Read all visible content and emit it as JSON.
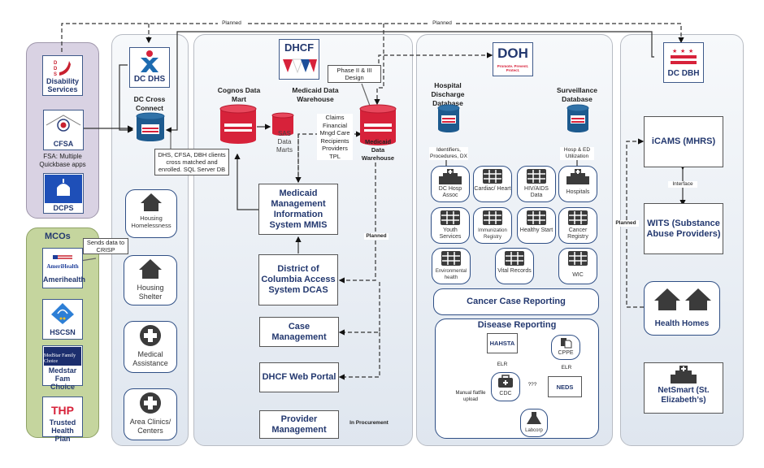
{
  "connectors": {
    "planned_left": "Planned",
    "planned_right": "Planned",
    "planned_mid": "Planned",
    "planned_dbh": "Planned",
    "interface": "Interface",
    "in_procurement": "In Procurement"
  },
  "left_column": {
    "disability_services": "Disability Services",
    "cfsa": "CFSA",
    "cfsa_note": "FSA: Multiple Quickbase apps",
    "dcps": "DCPS"
  },
  "mcos": {
    "title": "MCOs",
    "callout": "Sends data to CRISP",
    "items": [
      {
        "label": "Amerihealth",
        "logo_text": "AmeriHealth"
      },
      {
        "label": "HSCSN"
      },
      {
        "label": "Medstar Fam Choice",
        "logo_text": "MedStar Family Choice"
      },
      {
        "label": "Trusted Health Plan",
        "logo_text": "THP"
      }
    ]
  },
  "dhs": {
    "logo_label": "DC DHS",
    "db_title": "DC Cross Connect",
    "callout": "DHS, CFSA, DBH clients cross matched and enrolled. SQL Server DB",
    "tiles": [
      {
        "label": "Housing Homelessness",
        "icon": "house-icon"
      },
      {
        "label": "Housing Shelter",
        "icon": "house-icon"
      },
      {
        "label": "Medical Assistance",
        "icon": "plus-circle-icon"
      },
      {
        "label": "Area Clinics/ Centers",
        "icon": "plus-circle-icon"
      }
    ]
  },
  "dhcf": {
    "logo_text": "DHCF",
    "cognos_title": "Cognos Data Mart",
    "sas_label": "SAS Data Marts",
    "mdw_title": "Medicaid Data Warehouse",
    "mdw_db_label": "Medicaid Data Warehouse",
    "phase_callout": "Phase II & III Design",
    "feeds": [
      "Claims",
      "Financial",
      "Mngd Care",
      "Recipients",
      "Providers",
      "TPL"
    ],
    "systems": {
      "mmis": "Medicaid Management Information System MMIS",
      "dcas": "District of Columbia Access System DCAS",
      "case_mgmt": "Case Management",
      "web_portal": "DHCF Web Portal",
      "provider_mgmt": "Provider Management"
    }
  },
  "doh": {
    "logo_text": "DOH",
    "logo_sub": "Promote. Prevent. Protect.",
    "hospital_db_title": "Hospital Discharge Database",
    "surveillance_db_title": "Surveillance Database",
    "hospital_db_note": "Identifiers, Procedures, DX",
    "surveillance_db_note": "Hosp & ED Utilization",
    "tiles": [
      {
        "label": "DC Hosp Assoc",
        "icon": "hospital-icon"
      },
      {
        "label": "Cardiac/ Heart",
        "icon": "grid-icon"
      },
      {
        "label": "HIV/AIDS Data",
        "icon": "grid-icon"
      },
      {
        "label": "Hospitals",
        "icon": "hospital-icon"
      },
      {
        "label": "Youth Services",
        "icon": "grid-icon"
      },
      {
        "label": "Immunization Registry",
        "icon": "grid-icon"
      },
      {
        "label": "Healthy Start",
        "icon": "grid-icon"
      },
      {
        "label": "Cancer Registry",
        "icon": "grid-icon"
      },
      {
        "label": "Environmental health",
        "icon": "grid-icon"
      },
      {
        "label": "Vital Records",
        "icon": "grid-icon"
      },
      {
        "label": "WIC",
        "icon": "grid-icon"
      }
    ],
    "cancer_case": "Cancer Case Reporting",
    "disease": {
      "title": "Disease Reporting",
      "hahsta": "HAHSTA",
      "cppe": "CPPE",
      "cdc": "CDC",
      "neds": "NEDS",
      "labcorp": "Labcorp",
      "elr_left": "ELR",
      "elr_right": "ELR",
      "unknown": "???",
      "manual": "Manual flatfile upload"
    }
  },
  "dbh": {
    "logo_label": "DC DBH",
    "icams": "iCAMS (MHRS)",
    "wits": "WITS (Substance Abuse Providers)",
    "health_homes": "Health Homes",
    "netsmart": "NetSmart (St. Elizabeth’s)"
  },
  "colors": {
    "navy": "#23386f",
    "db_blue": "#1d5a8e",
    "db_red": "#d7223a",
    "panel_purple": "#d9d2e3",
    "panel_green": "#c5d59e"
  }
}
